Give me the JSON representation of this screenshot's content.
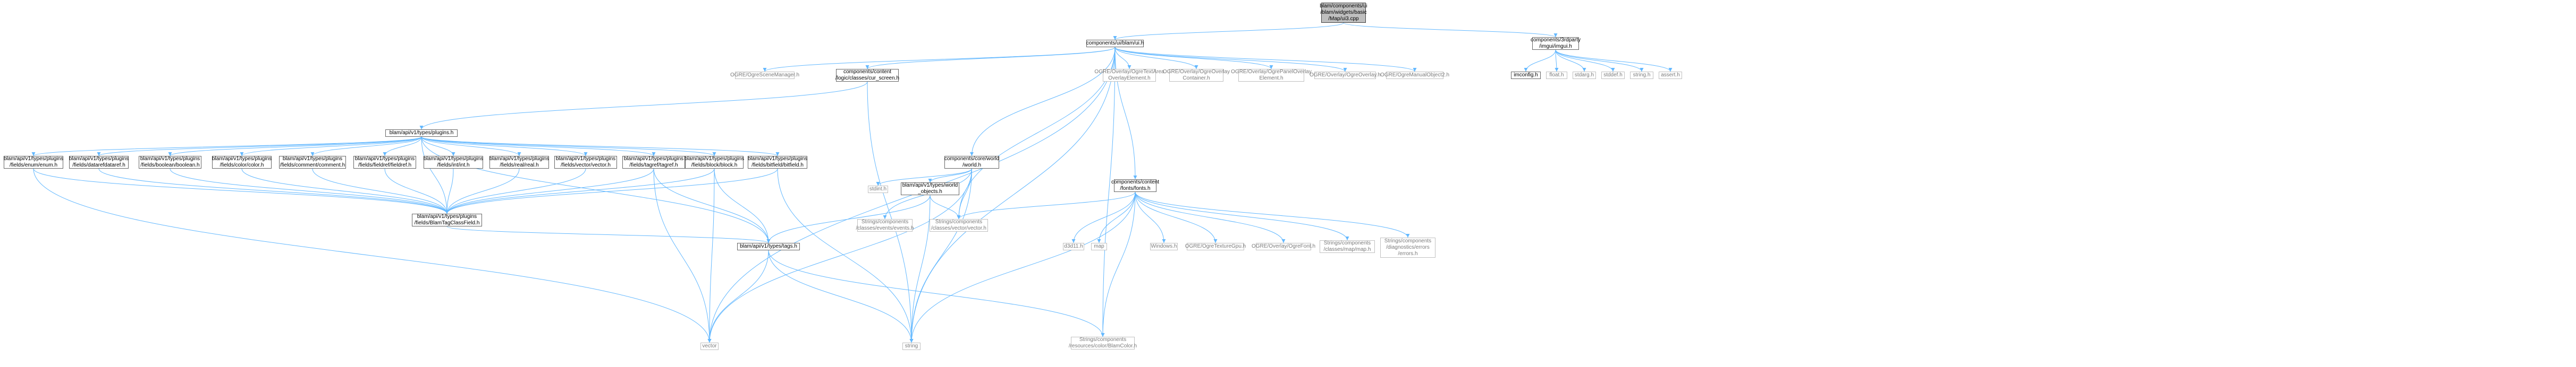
{
  "nodes": [
    {
      "id": "root",
      "label": "blam/components/ui\n/blam/widgets/basic\n/Map/ui3.cpp",
      "kind": "root"
    },
    {
      "id": "blamui",
      "label": "components/ui/blam/ui.h",
      "kind": "doc"
    },
    {
      "id": "imgui",
      "label": "components/3rdparty\n/imgui/imgui.h",
      "kind": "doc"
    },
    {
      "id": "scenemgr",
      "label": "OGRE/OgreSceneManager.h",
      "kind": "ext"
    },
    {
      "id": "curscreen",
      "label": "components/content\n/logic/classes/cur_screen.h",
      "kind": "doc"
    },
    {
      "id": "textarea",
      "label": "OGRE/Overlay/OgreTextArea\nOverlayElement.h",
      "kind": "ext"
    },
    {
      "id": "ovcontainer",
      "label": "OGRE/Overlay/OgreOverlay\nContainer.h",
      "kind": "ext"
    },
    {
      "id": "panelov",
      "label": "OGRE/Overlay/OgrePanelOverlay\nElement.h",
      "kind": "ext"
    },
    {
      "id": "ogreov",
      "label": "OGRE/Overlay/OgreOverlay.h",
      "kind": "ext"
    },
    {
      "id": "manualobj",
      "label": "OGRE/OgreManualObject2.h",
      "kind": "ext"
    },
    {
      "id": "imconfig",
      "label": "imconfig.h",
      "kind": "doc"
    },
    {
      "id": "floath",
      "label": "float.h",
      "kind": "ext"
    },
    {
      "id": "stdarg",
      "label": "stdarg.h",
      "kind": "ext"
    },
    {
      "id": "stddef",
      "label": "stddef.h",
      "kind": "ext"
    },
    {
      "id": "stringh",
      "label": "string.h",
      "kind": "ext"
    },
    {
      "id": "asserth",
      "label": "assert.h",
      "kind": "ext"
    },
    {
      "id": "plugins",
      "label": "blam/api/v1/types/plugins.h",
      "kind": "doc"
    },
    {
      "id": "world",
      "label": "components/core/world\n/world.h",
      "kind": "doc"
    },
    {
      "id": "enum",
      "label": "blam/api/v1/types/plugins\n/fields/enum/enum.h",
      "kind": "doc"
    },
    {
      "id": "datarefdef",
      "label": "blam/api/v1/types/plugins\n/fields/datarefdataref.h",
      "kind": "doc"
    },
    {
      "id": "boolean",
      "label": "blam/api/v1/types/plugins\n/fields/boolean/boolean.h",
      "kind": "doc"
    },
    {
      "id": "color",
      "label": "blam/api/v1/types/plugins\n/fields/color/color.h",
      "kind": "doc"
    },
    {
      "id": "comment",
      "label": "blam/api/v1/types/plugins\n/fields/comment/comment.h",
      "kind": "doc"
    },
    {
      "id": "fieldref",
      "label": "blam/api/v1/types/plugins\n/fields/fieldref/fieldref.h",
      "kind": "doc"
    },
    {
      "id": "int",
      "label": "blam/api/v1/types/plugins\n/fields/int/int.h",
      "kind": "doc"
    },
    {
      "id": "real",
      "label": "blam/api/v1/types/plugins\n/fields/real/real.h",
      "kind": "doc"
    },
    {
      "id": "vector",
      "label": "blam/api/v1/types/plugins\n/fields/vector/vector.h",
      "kind": "doc"
    },
    {
      "id": "tagref",
      "label": "blam/api/v1/types/plugins\n/fields/tagref/tagref.h",
      "kind": "doc"
    },
    {
      "id": "block",
      "label": "blam/api/v1/types/plugins\n/fields/block/block.h",
      "kind": "doc"
    },
    {
      "id": "bitfield",
      "label": "blam/api/v1/types/plugins\n/fields/bitfield/bitfield.h",
      "kind": "doc"
    },
    {
      "id": "fonts",
      "label": "components/content\n/fonts/fonts.h",
      "kind": "doc"
    },
    {
      "id": "stdinth",
      "label": "stdint.h",
      "kind": "ext"
    },
    {
      "id": "worldobjects",
      "label": "blam/api/v1/types/world\n_objects.h",
      "kind": "doc"
    },
    {
      "id": "events",
      "label": "Strings/components\n/classes/events/events.h",
      "kind": "ext"
    },
    {
      "id": "vectorclass",
      "label": "Strings/components\n/classes/vector/vector.h",
      "kind": "ext"
    },
    {
      "id": "tagclassfield",
      "label": "blam/api/v1/types/plugins\n/fields/BlamTagClassField.h",
      "kind": "doc"
    },
    {
      "id": "d3d",
      "label": "d3d11.h",
      "kind": "ext"
    },
    {
      "id": "map",
      "label": "map",
      "kind": "ext"
    },
    {
      "id": "windows",
      "label": "Windows.h",
      "kind": "ext"
    },
    {
      "id": "texturegpu",
      "label": "OGRE/OgreTextureGpu.h",
      "kind": "ext"
    },
    {
      "id": "ogrefont",
      "label": "OGRE/Overlay/OgreFont.h",
      "kind": "ext"
    },
    {
      "id": "mapclass",
      "label": "Strings/components\n/classes/map/map.h",
      "kind": "ext"
    },
    {
      "id": "errors",
      "label": "Strings/components\n/diagnostics/errors\n/errors.h",
      "kind": "ext"
    },
    {
      "id": "tags",
      "label": "blam/api/v1/types/tags.h",
      "kind": "doc"
    },
    {
      "id": "blamcolor",
      "label": "Strings/components\n/resources/color/BlamColor.h",
      "kind": "ext"
    },
    {
      "id": "vectorstd",
      "label": "vector",
      "kind": "ext"
    },
    {
      "id": "string",
      "label": "string",
      "kind": "ext"
    }
  ],
  "edges": [
    [
      "root",
      "blamui"
    ],
    [
      "root",
      "imgui"
    ],
    [
      "blamui",
      "scenemgr"
    ],
    [
      "blamui",
      "curscreen"
    ],
    [
      "blamui",
      "textarea"
    ],
    [
      "blamui",
      "ovcontainer"
    ],
    [
      "blamui",
      "panelov"
    ],
    [
      "blamui",
      "ogreov"
    ],
    [
      "blamui",
      "manualobj"
    ],
    [
      "blamui",
      "world"
    ],
    [
      "blamui",
      "fonts"
    ],
    [
      "blamui",
      "string"
    ],
    [
      "blamui",
      "blamcolor"
    ],
    [
      "blamui",
      "vectorclass"
    ],
    [
      "blamui",
      "vectorstd"
    ],
    [
      "imgui",
      "imconfig"
    ],
    [
      "imgui",
      "floath"
    ],
    [
      "imgui",
      "stdarg"
    ],
    [
      "imgui",
      "stddef"
    ],
    [
      "imgui",
      "stringh"
    ],
    [
      "imgui",
      "asserth"
    ],
    [
      "curscreen",
      "plugins"
    ],
    [
      "curscreen",
      "string"
    ],
    [
      "plugins",
      "enum"
    ],
    [
      "plugins",
      "datarefdef"
    ],
    [
      "plugins",
      "boolean"
    ],
    [
      "plugins",
      "color"
    ],
    [
      "plugins",
      "comment"
    ],
    [
      "plugins",
      "fieldref"
    ],
    [
      "plugins",
      "int"
    ],
    [
      "plugins",
      "real"
    ],
    [
      "plugins",
      "vector"
    ],
    [
      "plugins",
      "tagref"
    ],
    [
      "plugins",
      "block"
    ],
    [
      "plugins",
      "bitfield"
    ],
    [
      "plugins",
      "tagclassfield"
    ],
    [
      "plugins",
      "tags"
    ],
    [
      "enum",
      "tagclassfield"
    ],
    [
      "enum",
      "vectorstd"
    ],
    [
      "datarefdef",
      "tagclassfield"
    ],
    [
      "boolean",
      "tagclassfield"
    ],
    [
      "color",
      "tagclassfield"
    ],
    [
      "comment",
      "tagclassfield"
    ],
    [
      "fieldref",
      "tagclassfield"
    ],
    [
      "int",
      "tagclassfield"
    ],
    [
      "real",
      "tagclassfield"
    ],
    [
      "vector",
      "tagclassfield"
    ],
    [
      "tagref",
      "tagclassfield"
    ],
    [
      "tagref",
      "tags"
    ],
    [
      "tagref",
      "vectorstd"
    ],
    [
      "block",
      "tagclassfield"
    ],
    [
      "block",
      "tags"
    ],
    [
      "block",
      "vectorstd"
    ],
    [
      "bitfield",
      "tagclassfield"
    ],
    [
      "bitfield",
      "string"
    ],
    [
      "tagclassfield",
      "tags"
    ],
    [
      "world",
      "stdinth"
    ],
    [
      "world",
      "worldobjects"
    ],
    [
      "world",
      "events"
    ],
    [
      "world",
      "vectorclass"
    ],
    [
      "world",
      "string"
    ],
    [
      "world",
      "vectorstd"
    ],
    [
      "worldobjects",
      "tags"
    ],
    [
      "worldobjects",
      "vectorclass"
    ],
    [
      "worldobjects",
      "string"
    ],
    [
      "fonts",
      "d3d"
    ],
    [
      "fonts",
      "map"
    ],
    [
      "fonts",
      "windows"
    ],
    [
      "fonts",
      "texturegpu"
    ],
    [
      "fonts",
      "ogrefont"
    ],
    [
      "fonts",
      "mapclass"
    ],
    [
      "fonts",
      "errors"
    ],
    [
      "fonts",
      "vectorclass"
    ],
    [
      "fonts",
      "string"
    ],
    [
      "fonts",
      "blamcolor"
    ],
    [
      "tags",
      "vectorstd"
    ],
    [
      "tags",
      "string"
    ],
    [
      "tags",
      "blamcolor"
    ]
  ]
}
